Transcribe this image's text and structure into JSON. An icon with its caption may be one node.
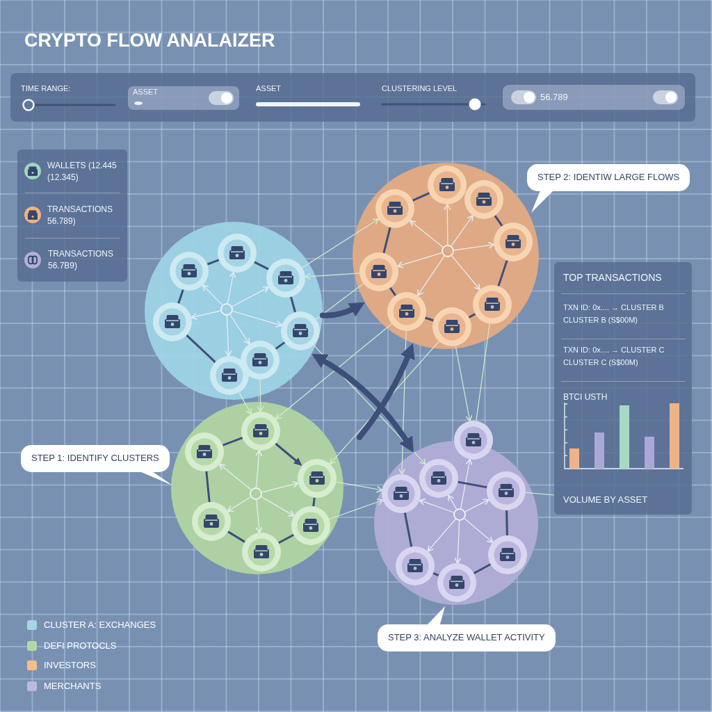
{
  "diagram": {
    "title": "CRYPTO FLOW ANALAIZER",
    "nodes": [
      {
        "text": [],
        "shape": "circle"
      },
      {
        "text": [],
        "shape": "circle",
        "in": 0
      },
      {
        "text": [],
        "shape": "circle",
        "in": 0
      },
      {
        "text": [],
        "shape": "circle",
        "in": 0
      },
      {
        "text": [],
        "shape": "circle",
        "in": 0
      },
      {
        "text": [],
        "shape": "circle",
        "in": 0
      },
      {
        "text": [],
        "shape": "circle",
        "in": 0
      },
      {
        "text": [],
        "shape": "circle",
        "in": 0
      },
      {
        "text": [],
        "shape": "circle",
        "in": 0
      },
      {
        "text": [],
        "shape": "circle"
      },
      {
        "text": [],
        "shape": "circle",
        "in": 9
      },
      {
        "text": [],
        "shape": "circle",
        "in": 9
      },
      {
        "text": [],
        "shape": "circle",
        "in": 9
      },
      {
        "text": [],
        "shape": "circle",
        "in": 9
      },
      {
        "text": [],
        "shape": "circle",
        "in": 9
      },
      {
        "text": [],
        "shape": "circle",
        "in": 9
      },
      {
        "text": [],
        "shape": "circle",
        "in": 9
      },
      {
        "text": [],
        "shape": "circle",
        "in": 9
      },
      {
        "text": [],
        "shape": "circle",
        "in": 9
      },
      {
        "text": [
          "STEP 2: IDENTIW LARGE FLOWS"
        ]
      },
      {
        "text": [],
        "shape": "circle"
      },
      {
        "text": [],
        "shape": "circle",
        "in": 20
      },
      {
        "text": [],
        "shape": "circle",
        "in": 20
      },
      {
        "text": [],
        "shape": "circle",
        "in": 20
      },
      {
        "text": [],
        "shape": "circle",
        "in": 20
      },
      {
        "text": [],
        "shape": "circle",
        "in": 20
      },
      {
        "text": [],
        "shape": "circle",
        "in": 20
      },
      {
        "text": [],
        "shape": "circle",
        "in": 20
      },
      {
        "text": [
          "STEP 1: IDENTIFY CLUSTERS"
        ]
      },
      {
        "text": [],
        "shape": "circle"
      },
      {
        "text": [],
        "shape": "circle",
        "in": 29
      },
      {
        "text": [],
        "shape": "circle"
      },
      {
        "text": [],
        "shape": "circle",
        "in": 29
      },
      {
        "text": [],
        "shape": "circle",
        "in": 29
      },
      {
        "text": [],
        "shape": "circle",
        "in": 29
      },
      {
        "text": [],
        "shape": "circle",
        "in": 29
      },
      {
        "text": [],
        "shape": "circle",
        "in": 29
      },
      {
        "text": [],
        "shape": "circle",
        "in": 29
      },
      {
        "text": [
          "STEP 3: ANALYZE WALLET ACTIVITY"
        ]
      }
    ],
    "edges": [
      {
        "from": 1,
        "to": 2,
        "arrow": "to"
      },
      {
        "from": 1,
        "to": 3,
        "arrow": "to"
      },
      {
        "from": 1,
        "to": 4,
        "arrow": "to"
      },
      {
        "from": 1,
        "to": 5,
        "arrow": "to"
      },
      {
        "from": 1,
        "to": 6,
        "arrow": "to"
      },
      {
        "from": 1,
        "to": 7,
        "arrow": "to"
      },
      {
        "from": 1,
        "to": 8,
        "arrow": "to"
      },
      {
        "from": 3,
        "to": 2,
        "arrow": "none",
        "style": "thick",
        "color": "#3d4f79"
      },
      {
        "from": 2,
        "to": 4,
        "arrow": "none",
        "style": "thick",
        "color": "#3d4f79"
      },
      {
        "from": 4,
        "to": 6,
        "arrow": "none",
        "style": "thick",
        "color": "#3d4f79"
      },
      {
        "from": 6,
        "to": 7,
        "arrow": "none",
        "style": "thick",
        "color": "#3d4f79"
      },
      {
        "from": 8,
        "to": 5,
        "arrow": "none",
        "style": "thick",
        "color": "#3d4f79"
      },
      {
        "from": 5,
        "to": 3,
        "arrow": "none",
        "style": "thick",
        "color": "#3d4f79"
      },
      {
        "from": 10,
        "to": 11,
        "arrow": "to"
      },
      {
        "from": 10,
        "to": 12,
        "arrow": "to"
      },
      {
        "from": 10,
        "to": 13,
        "arrow": "to"
      },
      {
        "from": 10,
        "to": 14,
        "arrow": "to"
      },
      {
        "from": 10,
        "to": 15,
        "arrow": "to"
      },
      {
        "from": 10,
        "to": 16,
        "arrow": "to"
      },
      {
        "from": 10,
        "to": 17,
        "arrow": "to"
      },
      {
        "from": 13,
        "to": 11,
        "arrow": "none",
        "style": "thick",
        "color": "#3d4f79"
      },
      {
        "from": 12,
        "to": 14,
        "arrow": "none",
        "style": "thick",
        "color": "#3d4f79"
      },
      {
        "from": 14,
        "to": 16,
        "arrow": "none",
        "style": "thick",
        "color": "#3d4f79"
      },
      {
        "from": 16,
        "to": 18,
        "arrow": "none",
        "style": "thick",
        "color": "#3d4f79"
      },
      {
        "from": 18,
        "to": 17,
        "arrow": "none",
        "style": "thick",
        "color": "#3d4f79"
      },
      {
        "from": 17,
        "to": 15,
        "arrow": "none",
        "style": "thick",
        "color": "#3d4f79"
      },
      {
        "from": 15,
        "to": 13,
        "arrow": "none",
        "style": "thick",
        "color": "#3d4f79"
      },
      {
        "from": 21,
        "to": 22,
        "arrow": "to"
      },
      {
        "from": 21,
        "to": 23,
        "arrow": "to"
      },
      {
        "from": 21,
        "to": 24,
        "arrow": "to"
      },
      {
        "from": 21,
        "to": 25,
        "arrow": "to"
      },
      {
        "from": 21,
        "to": 26,
        "arrow": "to"
      },
      {
        "from": 21,
        "to": 27,
        "arrow": "to"
      },
      {
        "from": 23,
        "to": 22,
        "arrow": "none",
        "style": "thick",
        "color": "#3d4f79"
      },
      {
        "from": 22,
        "to": 24,
        "arrow": "to",
        "style": "thick",
        "color": "#3d4f79"
      },
      {
        "from": 24,
        "to": 26,
        "arrow": "none",
        "style": "thick",
        "color": "#3d4f79"
      },
      {
        "from": 26,
        "to": 27,
        "arrow": "none",
        "style": "thick",
        "color": "#3d4f79"
      },
      {
        "from": 27,
        "to": 25,
        "arrow": "none",
        "style": "thick",
        "color": "#3d4f79"
      },
      {
        "from": 25,
        "to": 23,
        "arrow": "none",
        "style": "thick",
        "color": "#3d4f79"
      },
      {
        "from": 30,
        "to": 31,
        "arrow": "to"
      },
      {
        "from": 30,
        "to": 32,
        "arrow": "to"
      },
      {
        "from": 30,
        "to": 33,
        "arrow": "to"
      },
      {
        "from": 30,
        "to": 34,
        "arrow": "to"
      },
      {
        "from": 30,
        "to": 35,
        "arrow": "to"
      },
      {
        "from": 30,
        "to": 36,
        "arrow": "to"
      },
      {
        "from": 30,
        "to": 37,
        "arrow": "to"
      },
      {
        "from": 32,
        "to": 33,
        "arrow": "none",
        "style": "thick",
        "color": "#3d4f79"
      },
      {
        "from": 33,
        "to": 35,
        "arrow": "none",
        "style": "thick",
        "color": "#3d4f79"
      },
      {
        "from": 35,
        "to": 37,
        "arrow": "none",
        "style": "thick",
        "color": "#3d4f79"
      },
      {
        "from": 37,
        "to": 36,
        "arrow": "none",
        "style": "thick",
        "color": "#3d4f79"
      },
      {
        "from": 36,
        "to": 34,
        "arrow": "none",
        "style": "thick",
        "color": "#3d4f79"
      },
      {
        "from": 8,
        "to": 22,
        "arrow": "to",
        "color": "#d3ecd2"
      },
      {
        "from": 7,
        "to": 22,
        "arrow": "to",
        "color": "#d3ecd2"
      },
      {
        "from": 17,
        "to": 22,
        "arrow": "to",
        "color": "#d3ecd2"
      },
      {
        "from": 18,
        "to": 24,
        "arrow": "to",
        "color": "#d3ecd2"
      },
      {
        "from": 15,
        "to": 4,
        "arrow": "to",
        "color": "#d3ecd2"
      },
      {
        "from": 4,
        "to": 13,
        "arrow": "to",
        "color": "#d3ecd2"
      },
      {
        "from": 6,
        "to": 15,
        "arrow": "none",
        "color": "#d3ecd2"
      },
      {
        "from": 18,
        "to": 31,
        "arrow": "to",
        "color": "#d3ecd2"
      },
      {
        "from": 16,
        "to": 31,
        "arrow": "none",
        "color": "#d3ecd2"
      },
      {
        "from": 17,
        "to": 34,
        "arrow": "to",
        "color": "#d3ecd2"
      },
      {
        "from": 6,
        "to": 32,
        "arrow": "to",
        "color": "#d3ecd2"
      },
      {
        "from": 24,
        "to": 34,
        "arrow": "to",
        "color": "#d3ecd2"
      },
      {
        "from": 26,
        "to": 34,
        "arrow": "to",
        "color": "#d3ecd2"
      },
      {
        "from": 33,
        "to": null,
        "arrow": "none",
        "color": "#d3ecd2"
      },
      {
        "from": 0,
        "to": 9,
        "arrow": "to",
        "style": "thick",
        "color": "#3d4f79"
      },
      {
        "from": 0,
        "to": 29,
        "arrow": "both",
        "style": "thick",
        "color": "#3d4f79"
      },
      {
        "from": null,
        "to": 9,
        "arrow": "to",
        "style": "thick",
        "color": "#3d4f79"
      }
    ],
    "labels": [
      "TIME RANGE:",
      "ASSET",
      "ASSET",
      "CLUSTERING LEVEL",
      "56.789",
      "WALLETS (12.445 (12.345)",
      "TRANSACTIONS 56.789)",
      "TRANSACTIONS 56.7B9)",
      "TOP TRANSACTIONS",
      "TXN ID: 0x.... → CLUSTER B",
      "CLUSTER B (S$00M)",
      "TXN ID: 0x.... → CLUSTER C",
      "CLUSTER C (S$00M)",
      "BTCI USTH",
      "VOLUME BY ASSET"
    ],
    "legend": [
      {
        "text": "CLUSTER A: EXCHANGES",
        "color": "#a6d6e0"
      },
      {
        "text": "DEFI PROTOCLS",
        "color": "#b6d7a5"
      },
      {
        "text": "INVESTORS",
        "color": "#f8bd8e"
      },
      {
        "text": "MERCHANTS",
        "color": "#bdb8df"
      }
    ]
  }
}
